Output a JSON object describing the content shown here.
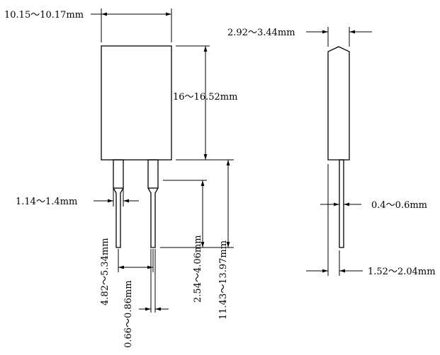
{
  "drawing": {
    "labels": {
      "body_width": "10.15～10.17mm",
      "body_height": "16～16.52mm",
      "body_thickness": "2.92～3.44mm",
      "lead_width": "1.14～1.4mm",
      "lead_thickness": "0.4～0.6mm",
      "pin_pitch": "4.82～5.34mm",
      "lead_tip_width": "0.66～0.86mm",
      "lead_short_length": "2.54～4.06mm",
      "lead_total_length": "11.43～13.97mm",
      "side_total_thickness": "1.52～2.04mm"
    }
  }
}
